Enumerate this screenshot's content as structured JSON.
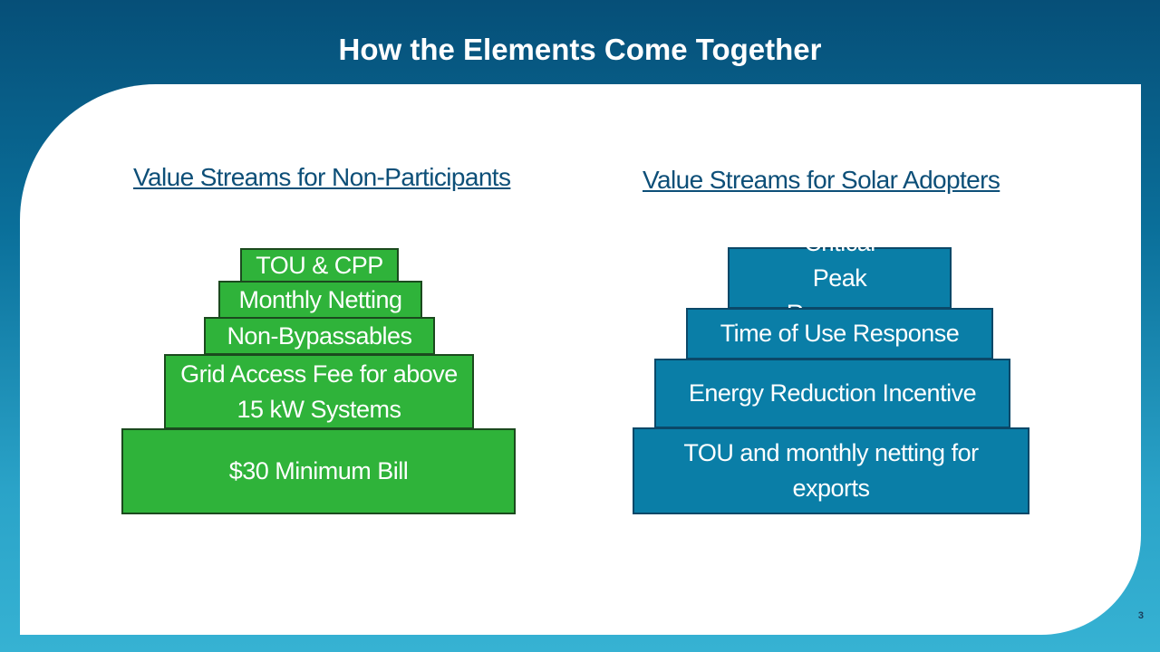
{
  "title": "How the Elements Come Together",
  "left": {
    "heading": "Value Streams for Non-Participants",
    "blocks": [
      "TOU & CPP",
      "Monthly Netting",
      "Non-Bypassables",
      "Grid Access Fee for above 15 kW Systems",
      "$30 Minimum Bill"
    ]
  },
  "right": {
    "heading": "Value Streams for Solar Adopters",
    "blocks": [
      "Critical Peak Response",
      "Time of Use Response",
      "Energy Reduction Incentive",
      "TOU and monthly netting for exports"
    ]
  },
  "page_number": "3",
  "colors": {
    "green": "#2fb33a",
    "blue": "#0a7ea7",
    "heading": "#0d4f78"
  }
}
